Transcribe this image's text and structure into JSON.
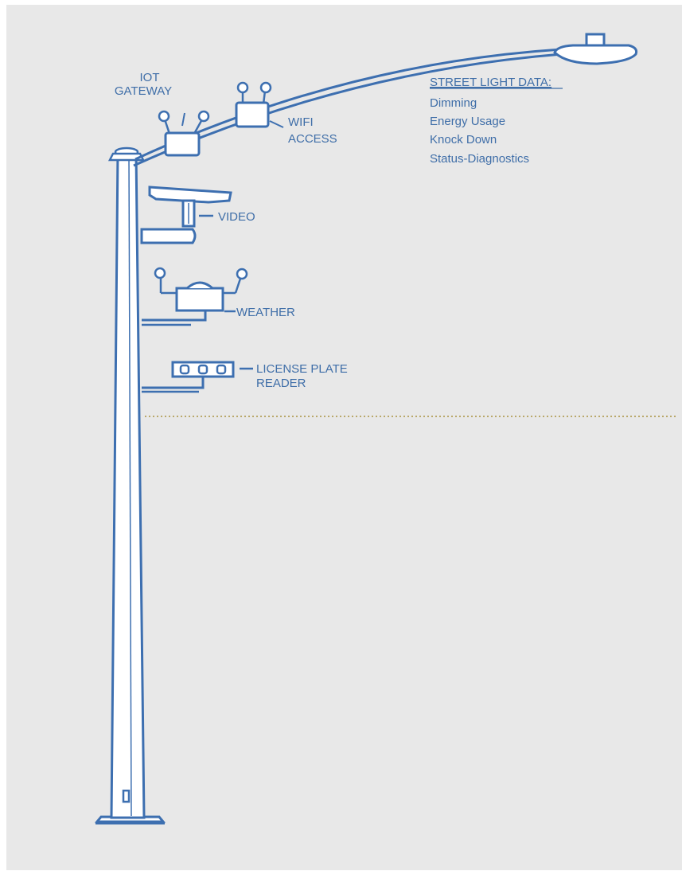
{
  "labels": {
    "iot_line1": "IOT",
    "iot_line2": "GATEWAY",
    "wifi_line1": "WIFI",
    "wifi_line2": "ACCESS",
    "video": "VIDEO",
    "weather": "WEATHER",
    "lpr_line1": "LICENSE PLATE",
    "lpr_line2": "READER"
  },
  "street_light_data": {
    "heading": "STREET LIGHT DATA:",
    "items": [
      "Dimming",
      "Energy Usage",
      "Knock Down",
      "Status-Diagnostics"
    ]
  },
  "colors": {
    "stroke": "#3d6fb0",
    "fill": "#ffffff",
    "label": "#3f6ea8",
    "background": "#e8e8e8",
    "dotted_line": "#b9a86a"
  }
}
